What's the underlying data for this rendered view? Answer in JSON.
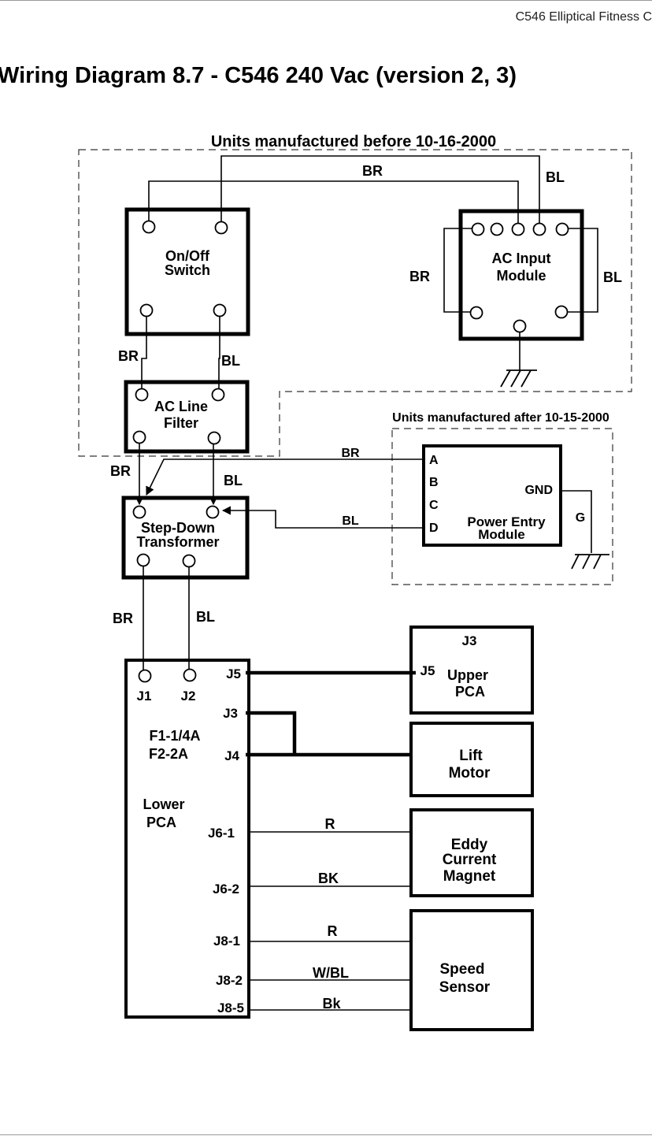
{
  "header": {
    "running_title": "C546 Elliptical Fitness C"
  },
  "title": "Wiring Diagram 8.7 - C546 240 Vac (version 2, 3)",
  "groups": {
    "before": "Units manufactured before 10-16-2000",
    "after": "Units manufactured after 10-15-2000"
  },
  "components": {
    "onoff_switch": [
      "On/Off",
      "Switch"
    ],
    "ac_input_module": [
      "AC Input",
      "Module"
    ],
    "ac_line_filter": [
      "AC Line",
      "Filter"
    ],
    "step_down_transformer": [
      "Step-Down",
      "Transformer"
    ],
    "power_entry_module": [
      "Power Entry",
      "Module"
    ],
    "lower_pca": [
      "Lower",
      "PCA"
    ],
    "upper_pca": [
      "Upper",
      "PCA"
    ],
    "lift_motor": [
      "Lift",
      "Motor"
    ],
    "eddy_current_magnet": [
      "Eddy",
      "Current",
      "Magnet"
    ],
    "speed_sensor": [
      "Speed",
      "Sensor"
    ]
  },
  "power_entry_pins": [
    "A",
    "B",
    "C",
    "D"
  ],
  "power_entry_gnd": "GND",
  "ground_wire_label": "G",
  "fuses": [
    "F1-1/4A",
    "F2-2A"
  ],
  "lower_pca_connectors": {
    "j1": "J1",
    "j2": "J2",
    "j5": "J5",
    "j3": "J3",
    "j4": "J4",
    "j6_1": "J6-1",
    "j6_2": "J6-2",
    "j8_1": "J8-1",
    "j8_2": "J8-2",
    "j8_5": "J8-5"
  },
  "upper_pca_connectors": {
    "j3": "J3",
    "j5": "J5"
  },
  "wire_colors": {
    "switch_to_input_br": "BR",
    "switch_to_input_bl": "BL",
    "input_side_br": "BR",
    "input_side_bl": "BL",
    "switch_to_filter_br": "BR",
    "switch_to_filter_bl": "BL",
    "filter_to_xfmr_br": "BR",
    "filter_to_xfmr_bl": "BL",
    "pem_a_br": "BR",
    "pem_d_bl": "BL",
    "xfmr_to_pca_br": "BR",
    "xfmr_to_pca_bl": "BL",
    "eddy_r": "R",
    "eddy_bk": "BK",
    "speed_r": "R",
    "speed_wbl": "W/BL",
    "speed_bk": "Bk"
  }
}
